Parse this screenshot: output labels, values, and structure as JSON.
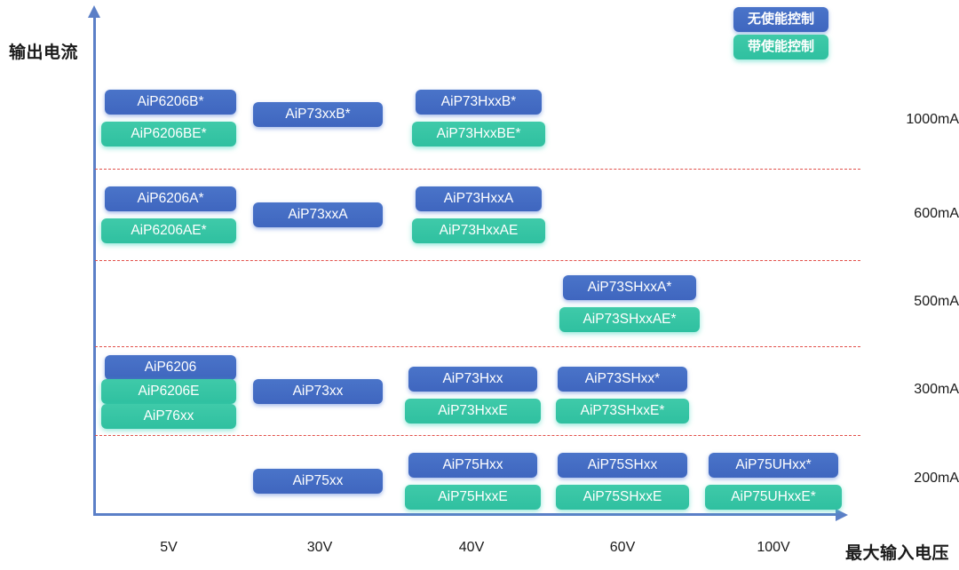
{
  "chart_data": {
    "type": "table",
    "title": "",
    "xlabel": "最大输入电压",
    "ylabel": "输出电流",
    "x_ticks": [
      "5V",
      "30V",
      "40V",
      "60V",
      "100V"
    ],
    "y_ticks": [
      "1000mA",
      "600mA",
      "500mA",
      "300mA",
      "200mA"
    ],
    "legend": [
      {
        "label": "无使能控制",
        "color": "#4a74c9",
        "style": "blue"
      },
      {
        "label": "带使能控制",
        "color": "#3fcaa9",
        "style": "teal"
      }
    ],
    "cells": [
      {
        "current": "1000mA",
        "voltage": "5V",
        "parts": [
          {
            "label": "AiP6206B*",
            "style": "blue"
          },
          {
            "label": "AiP6206BE*",
            "style": "teal"
          }
        ]
      },
      {
        "current": "1000mA",
        "voltage": "30V",
        "parts": [
          {
            "label": "AiP73xxB*",
            "style": "blue"
          }
        ]
      },
      {
        "current": "1000mA",
        "voltage": "40V",
        "parts": [
          {
            "label": "AiP73HxxB*",
            "style": "blue"
          },
          {
            "label": "AiP73HxxBE*",
            "style": "teal"
          }
        ]
      },
      {
        "current": "600mA",
        "voltage": "5V",
        "parts": [
          {
            "label": "AiP6206A*",
            "style": "blue"
          },
          {
            "label": "AiP6206AE*",
            "style": "teal"
          }
        ]
      },
      {
        "current": "600mA",
        "voltage": "30V",
        "parts": [
          {
            "label": "AiP73xxA",
            "style": "blue"
          }
        ]
      },
      {
        "current": "600mA",
        "voltage": "40V",
        "parts": [
          {
            "label": "AiP73HxxA",
            "style": "blue"
          },
          {
            "label": "AiP73HxxAE",
            "style": "teal"
          }
        ]
      },
      {
        "current": "500mA",
        "voltage": "60V",
        "parts": [
          {
            "label": "AiP73SHxxA*",
            "style": "blue"
          },
          {
            "label": "AiP73SHxxAE*",
            "style": "teal"
          }
        ]
      },
      {
        "current": "300mA",
        "voltage": "5V",
        "parts": [
          {
            "label": "AiP6206",
            "style": "blue"
          },
          {
            "label": "AiP6206E",
            "style": "teal"
          },
          {
            "label": "AiP76xx",
            "style": "teal"
          }
        ]
      },
      {
        "current": "300mA",
        "voltage": "30V",
        "parts": [
          {
            "label": "AiP73xx",
            "style": "blue"
          }
        ]
      },
      {
        "current": "300mA",
        "voltage": "40V",
        "parts": [
          {
            "label": "AiP73Hxx",
            "style": "blue"
          },
          {
            "label": "AiP73HxxE",
            "style": "teal"
          }
        ]
      },
      {
        "current": "300mA",
        "voltage": "60V",
        "parts": [
          {
            "label": "AiP73SHxx*",
            "style": "blue"
          },
          {
            "label": "AiP73SHxxE*",
            "style": "teal"
          }
        ]
      },
      {
        "current": "200mA",
        "voltage": "30V",
        "parts": [
          {
            "label": "AiP75xx",
            "style": "blue"
          }
        ]
      },
      {
        "current": "200mA",
        "voltage": "40V",
        "parts": [
          {
            "label": "AiP75Hxx",
            "style": "blue"
          },
          {
            "label": "AiP75HxxE",
            "style": "teal"
          }
        ]
      },
      {
        "current": "200mA",
        "voltage": "60V",
        "parts": [
          {
            "label": "AiP75SHxx",
            "style": "blue"
          },
          {
            "label": "AiP75SHxxE",
            "style": "teal"
          }
        ]
      },
      {
        "current": "200mA",
        "voltage": "100V",
        "parts": [
          {
            "label": "AiP75UHxx*",
            "style": "blue"
          },
          {
            "label": "AiP75UHxxE*",
            "style": "teal"
          }
        ]
      }
    ]
  },
  "axis": {
    "y_title": "输出电流",
    "x_title": "最大输入电压",
    "y_ticks": [
      {
        "label": "1000mA"
      },
      {
        "label": "600mA"
      },
      {
        "label": "500mA"
      },
      {
        "label": "300mA"
      },
      {
        "label": "200mA"
      }
    ],
    "x_ticks": [
      {
        "label": "5V"
      },
      {
        "label": "30V"
      },
      {
        "label": "40V"
      },
      {
        "label": "60V"
      },
      {
        "label": "100V"
      }
    ]
  },
  "legend": {
    "no_enable": "无使能控制",
    "with_enable": "带使能控制"
  },
  "chips": {
    "c1000_5v_a": "AiP6206B*",
    "c1000_5v_b": "AiP6206BE*",
    "c1000_30v_a": "AiP73xxB*",
    "c1000_40v_a": "AiP73HxxB*",
    "c1000_40v_b": "AiP73HxxBE*",
    "c600_5v_a": "AiP6206A*",
    "c600_5v_b": "AiP6206AE*",
    "c600_30v_a": "AiP73xxA",
    "c600_40v_a": "AiP73HxxA",
    "c600_40v_b": "AiP73HxxAE",
    "c500_60v_a": "AiP73SHxxA*",
    "c500_60v_b": "AiP73SHxxAE*",
    "c300_5v_a": "AiP6206",
    "c300_5v_b": "AiP6206E",
    "c300_5v_c": "AiP76xx",
    "c300_30v_a": "AiP73xx",
    "c300_40v_a": "AiP73Hxx",
    "c300_40v_b": "AiP73HxxE",
    "c300_60v_a": "AiP73SHxx*",
    "c300_60v_b": "AiP73SHxxE*",
    "c200_30v_a": "AiP75xx",
    "c200_40v_a": "AiP75Hxx",
    "c200_40v_b": "AiP75HxxE",
    "c200_60v_a": "AiP75SHxx",
    "c200_60v_b": "AiP75SHxxE",
    "c200_100v_a": "AiP75UHxx*",
    "c200_100v_b": "AiP75UHxxE*"
  }
}
